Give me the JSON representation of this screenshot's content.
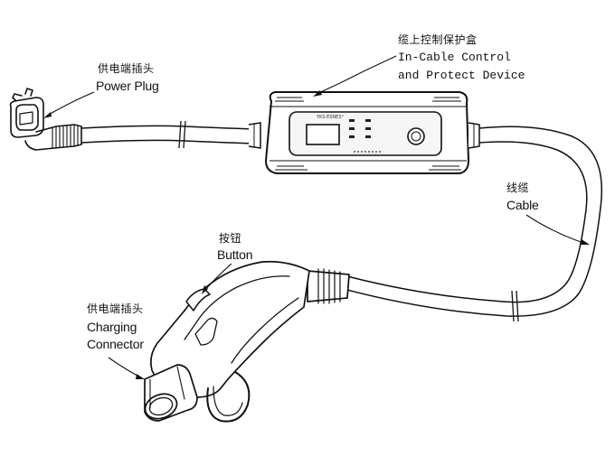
{
  "labels": {
    "control_box": {
      "zh": "缆上控制保护盒",
      "en_line1": "In-Cable Control",
      "en_line2": "and Protect Device"
    },
    "power_plug": {
      "zh": "供电端插头",
      "en": "Power Plug"
    },
    "cable": {
      "zh": "线缆",
      "en": "Cable"
    },
    "button": {
      "zh": "按钮",
      "en": "Button"
    },
    "charging_connector": {
      "zh": "供电端插头",
      "en_line1": "Charging",
      "en_line2": "Connector"
    }
  },
  "device": {
    "brand": "YKS·ESNES°"
  },
  "colors": {
    "line": "#111111",
    "background": "#ffffff",
    "panel": "#2a2a2a"
  }
}
